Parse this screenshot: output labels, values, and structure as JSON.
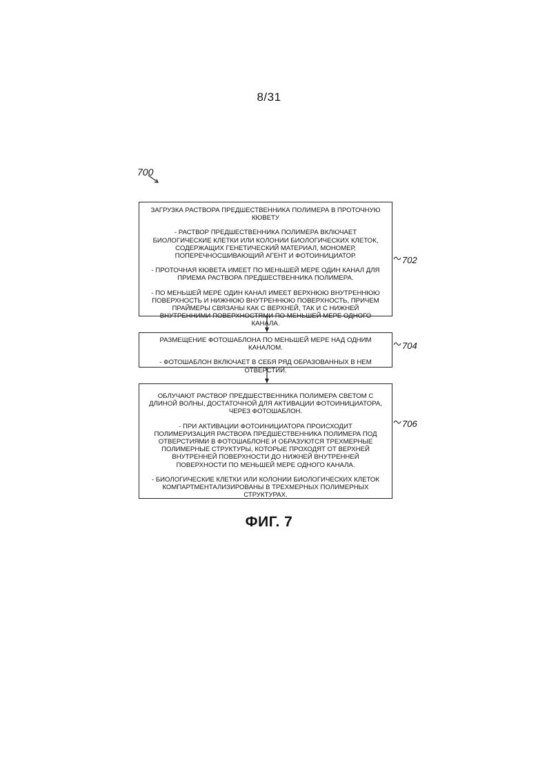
{
  "page_number": "8/31",
  "figure_ref": "700",
  "boxes": {
    "b702": {
      "label": "702",
      "paragraphs": [
        "Загрузка раствора предшественника полимера в проточную кювету",
        "- раствор предшественника полимера включает биологические клетки или колонии биологических клеток, содержащих генетический материал, мономер, поперечносшивающий агент и фотоинициатор.",
        "- проточная кювета имеет по меньшей мере один канал для приема раствора предшественника полимера.",
        "- по меньшей мере один канал имеет верхнюю внутреннюю поверхность и нижнюю внутреннюю поверхность, причем праймеры связаны как с верхней, так и с нижней внутренними поверхностями по меньшей мере одного канала."
      ]
    },
    "b704": {
      "label": "704",
      "paragraphs": [
        "Размещение фотошаблона по меньшей мере над одним каналом.",
        "- фотошаблон включает в себя ряд образованных в нем отверстий."
      ]
    },
    "b706": {
      "label": "706",
      "paragraphs": [
        "Облучают раствор предшественника полимера светом с длиной волны, достаточной для активации фотоинициатора, через фотошаблон.",
        "- при активации фотоинициатора происходит полимеризация раствора предшественника полимера под отверстиями в фотошаблоне и образуются трехмерные полимерные структуры, которые проходят от верхней внутренней поверхности до нижней внутренней поверхности по меньшей мере одного канала.",
        "- биологические клетки или колонии биологических клеток компартментализированы в трехмерных полимерных структурах."
      ]
    }
  },
  "caption": "ФИГ. 7"
}
